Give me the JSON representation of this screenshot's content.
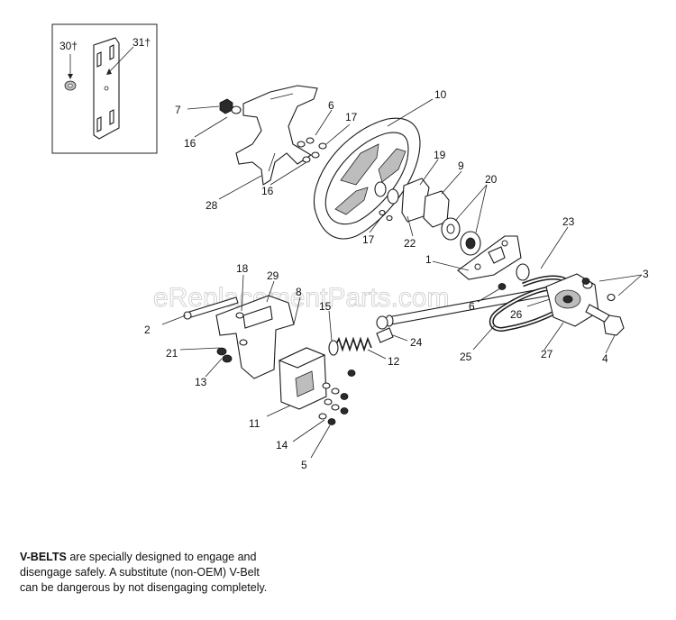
{
  "watermark": "eReplacementParts.com",
  "inset_labels": [
    {
      "id": "p30",
      "text": "30†"
    },
    {
      "id": "p31",
      "text": "31†"
    }
  ],
  "callouts": [
    {
      "id": "c1",
      "text": "1"
    },
    {
      "id": "c2",
      "text": "2"
    },
    {
      "id": "c3",
      "text": "3"
    },
    {
      "id": "c4",
      "text": "4"
    },
    {
      "id": "c5",
      "text": "5"
    },
    {
      "id": "c6a",
      "text": "6"
    },
    {
      "id": "c6b",
      "text": "6"
    },
    {
      "id": "c7",
      "text": "7"
    },
    {
      "id": "c8",
      "text": "8"
    },
    {
      "id": "c9",
      "text": "9"
    },
    {
      "id": "c10",
      "text": "10"
    },
    {
      "id": "c11",
      "text": "11"
    },
    {
      "id": "c12",
      "text": "12"
    },
    {
      "id": "c13",
      "text": "13"
    },
    {
      "id": "c14",
      "text": "14"
    },
    {
      "id": "c15",
      "text": "15"
    },
    {
      "id": "c16a",
      "text": "16"
    },
    {
      "id": "c16b",
      "text": "16"
    },
    {
      "id": "c17a",
      "text": "17"
    },
    {
      "id": "c17b",
      "text": "17"
    },
    {
      "id": "c18",
      "text": "18"
    },
    {
      "id": "c19",
      "text": "19"
    },
    {
      "id": "c20",
      "text": "20"
    },
    {
      "id": "c21",
      "text": "21"
    },
    {
      "id": "c22",
      "text": "22"
    },
    {
      "id": "c23",
      "text": "23"
    },
    {
      "id": "c24",
      "text": "24"
    },
    {
      "id": "c25",
      "text": "25"
    },
    {
      "id": "c26",
      "text": "26"
    },
    {
      "id": "c27",
      "text": "27"
    },
    {
      "id": "c28",
      "text": "28"
    },
    {
      "id": "c29",
      "text": "29"
    }
  ],
  "note": {
    "bold": "V-BELTS",
    "line1_rest": " are specially designed to engage and",
    "line2": "disengage safely. A substitute (non-OEM) V-Belt",
    "line3": "can be dangerous by not disengaging completely."
  }
}
